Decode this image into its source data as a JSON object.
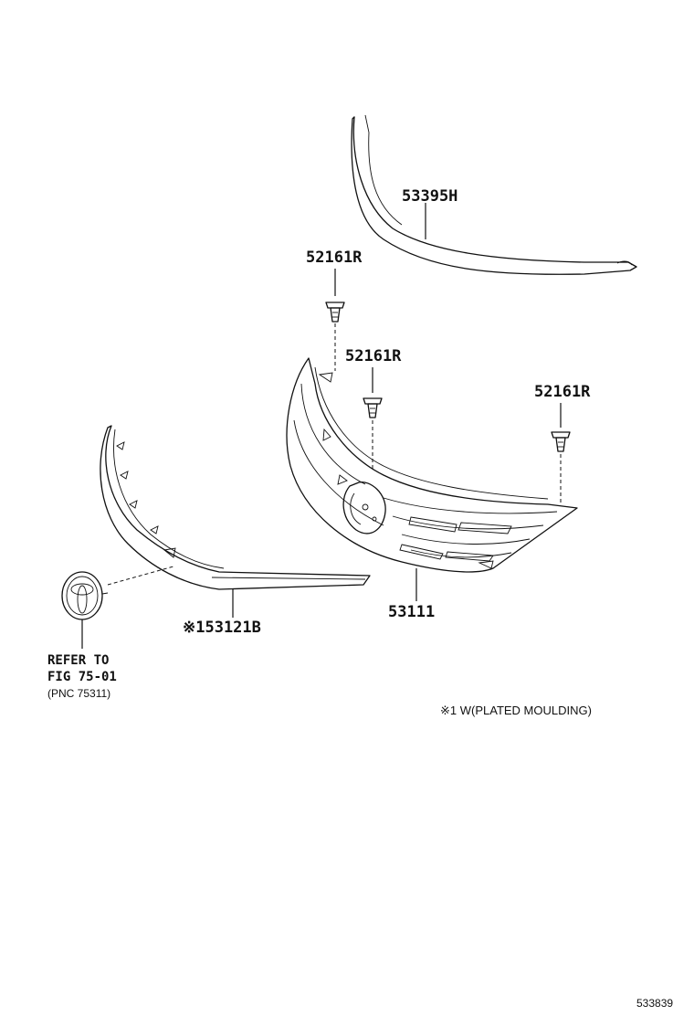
{
  "callouts": {
    "part_53395H": "53395H",
    "part_52161R_top": "52161R",
    "part_52161R_mid": "52161R",
    "part_52161R_right": "52161R",
    "part_53111": "53111",
    "part_53121B": "※153121B"
  },
  "reference": {
    "line1": "REFER TO",
    "line2": "FIG 75-01",
    "line3": "(PNC 75311)"
  },
  "footnote": "※1 W(PLATED MOULDING)",
  "figure_id": "533839"
}
